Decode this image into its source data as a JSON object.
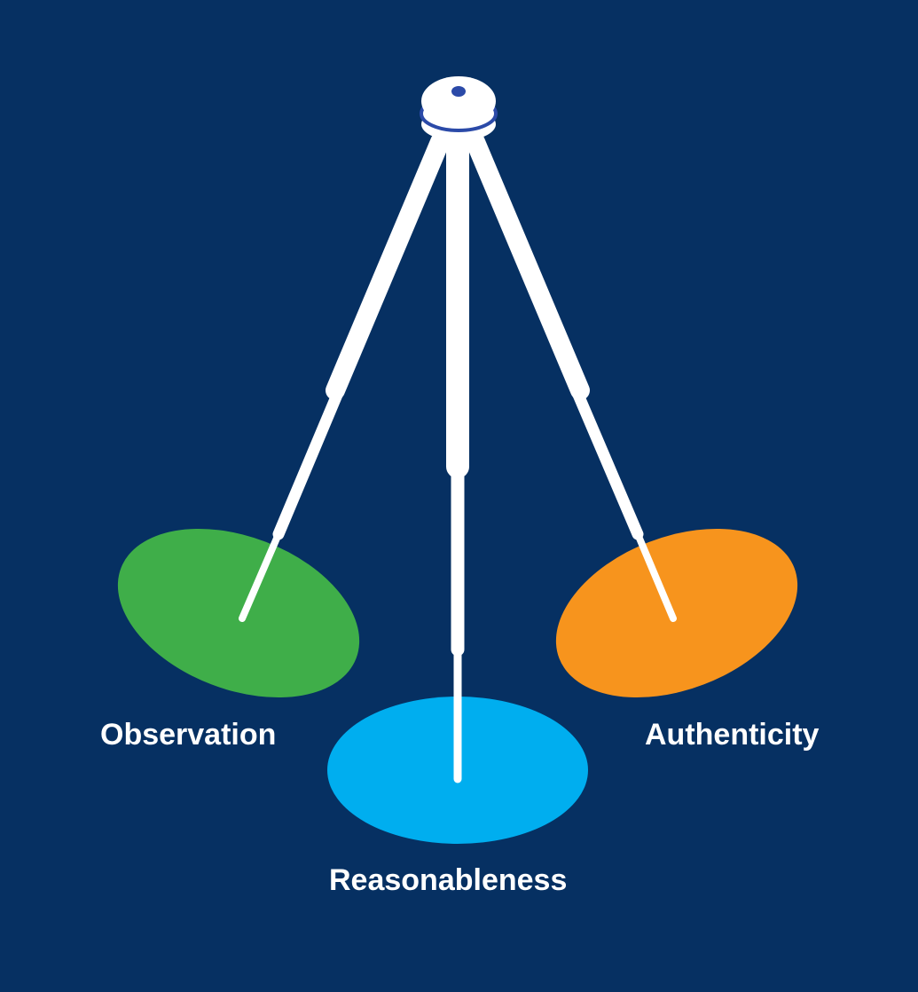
{
  "diagram": {
    "background_color": "#063062",
    "tripod_color": "#ffffff",
    "accent_color": "#2b4aa8",
    "feet": [
      {
        "name": "left",
        "label": "Observation",
        "color": "#3fae49"
      },
      {
        "name": "center",
        "label": "Reasonableness",
        "color": "#00aeef"
      },
      {
        "name": "right",
        "label": "Authenticity",
        "color": "#f7941d"
      }
    ]
  }
}
